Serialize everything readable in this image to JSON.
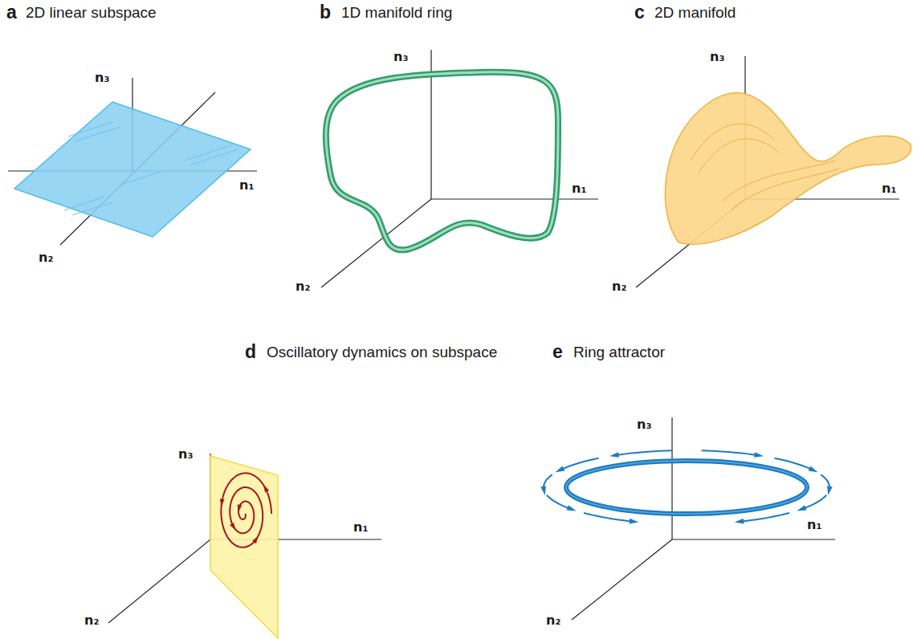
{
  "diagram": {
    "labels": [
      "a",
      "2D linear subspace",
      "n₃",
      "n₁",
      "n₂",
      "b",
      "1D manifold ring",
      "n₃",
      "n₁",
      "n₂",
      "c",
      "2D manifold",
      "n₃",
      "n₁",
      "n₂",
      "d",
      "Oscillatory dynamics on subspace",
      "n₃",
      "n₁",
      "n₂",
      "e",
      "Ring attractor",
      "n₃",
      "n₁",
      "n₂"
    ]
  }
}
